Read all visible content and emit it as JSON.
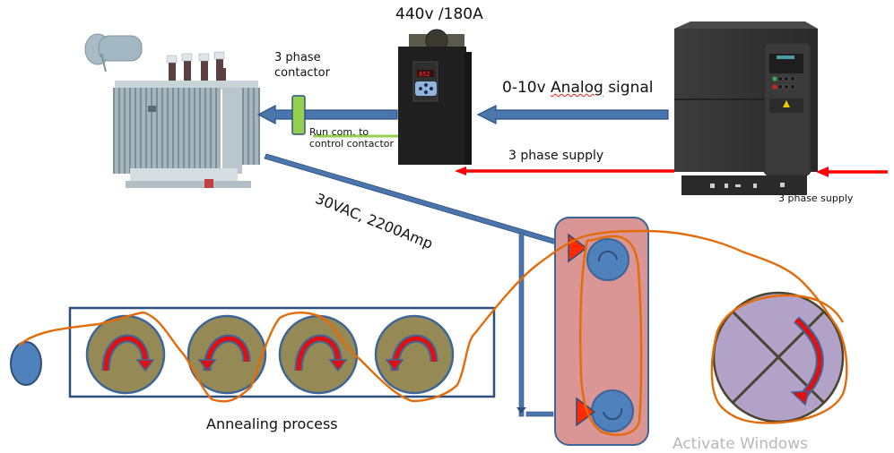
{
  "labels": {
    "drive_rating": "440v /180A",
    "contactor": [
      "3 phase",
      "contactor"
    ],
    "run_command": [
      "Run com. to",
      "control contactor"
    ],
    "analog_signal_prefix": "0-10v ",
    "analog_signal_word": "Analog",
    "analog_signal_suffix": " signal",
    "supply_to_drive": "3 phase supply",
    "supply_to_vfd": "3 phase supply",
    "transformer_output": "30VAC, 2200Amp",
    "annealing": "Annealing process"
  },
  "watermark": "Activate Windows",
  "components": {
    "transformer": "power-transformer",
    "thyristor_drive": "scr-power-controller",
    "vfd": "variable-frequency-drive",
    "contactor": "3-phase-contactor",
    "annealing_rollers": 4,
    "contact_rollers": 2,
    "capstan": "capstan-wheel"
  },
  "colors": {
    "signal_arrow": "#4a76ad",
    "signal_arrow_outline": "#2e4f7c",
    "supply_arrow": "#ff0000",
    "contactor_fill": "#92d050",
    "run_line": "#92d050",
    "roller_fill": "#958a55",
    "roller_outline": "#3d6597",
    "rotation_arrow": "#e01010",
    "wire": "#e36c09",
    "contact_box": "#d99694",
    "contact_roller": "#4f81bd",
    "capstan_fill": "#b2a2c7",
    "capstan_outline": "#4a4530",
    "payoff": "#4f81bd"
  }
}
